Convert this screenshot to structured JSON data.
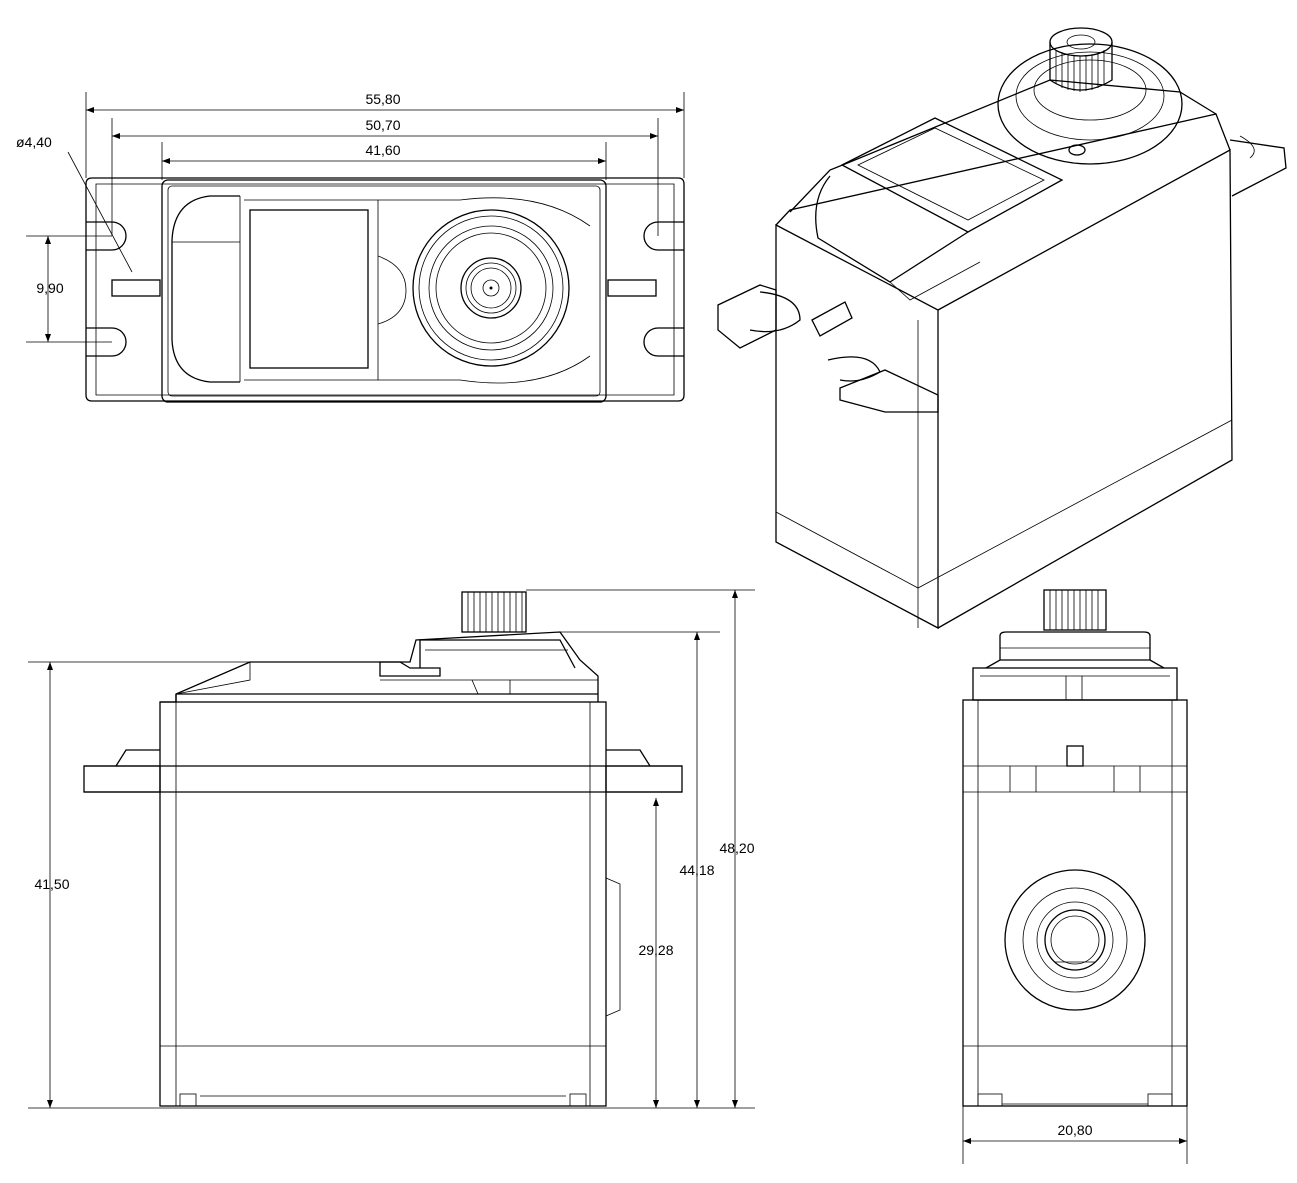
{
  "dimensions": {
    "overall_length": "55,80",
    "hole_spacing_length": "50,70",
    "body_length": "41,60",
    "hole_diameter": "ø4,40",
    "hole_spacing_width": "9,90",
    "body_height": "41,50",
    "horn_height": "44,18",
    "overall_height": "48,20",
    "flange_height": "29,28",
    "body_width": "20,80"
  },
  "colors": {
    "line": "#000000",
    "background": "#ffffff"
  }
}
